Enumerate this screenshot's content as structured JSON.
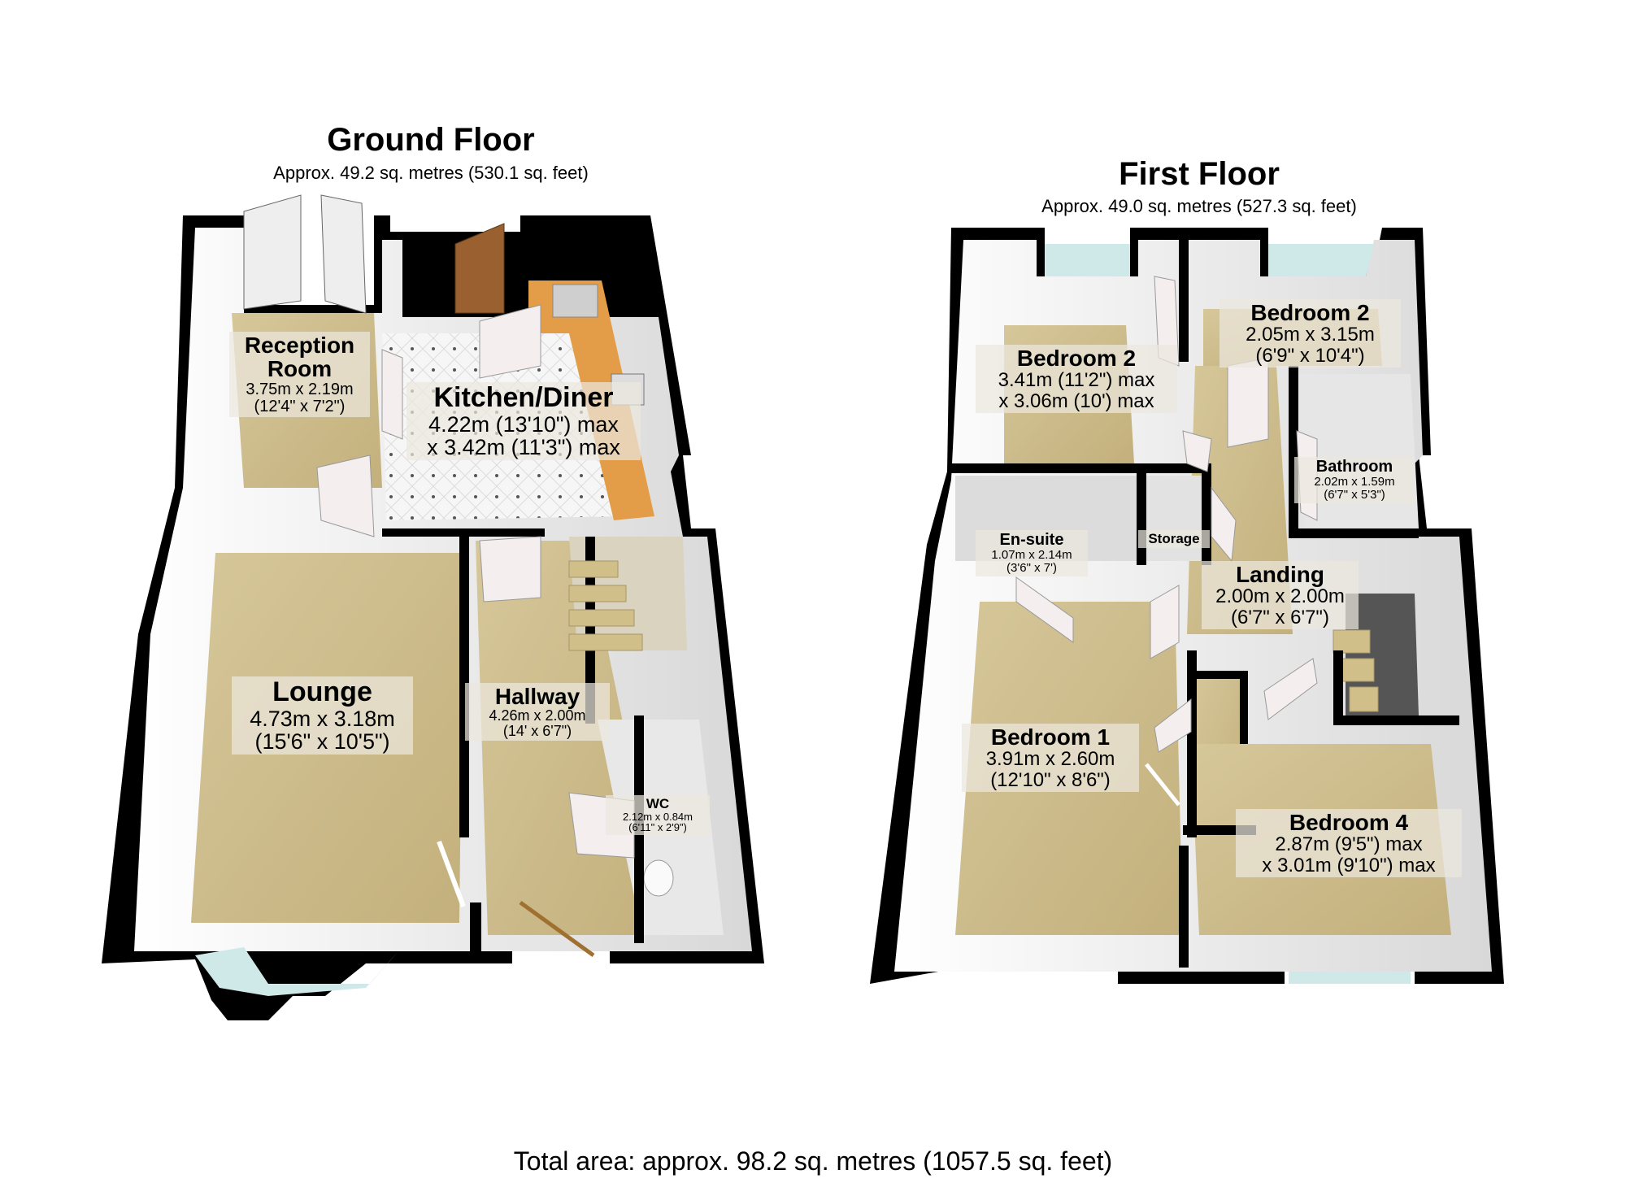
{
  "ground_floor": {
    "title": "Ground Floor",
    "area": "Approx. 49.2 sq. metres (530.1 sq. feet)",
    "rooms": [
      {
        "name": "Reception Room",
        "line1": "Reception",
        "line2": "Room",
        "dims": "3.75m x 2.19m",
        "imperial": "(12'4\" x 7'2\")"
      },
      {
        "name": "Kitchen/Diner",
        "dims": "4.22m (13'10\") max",
        "imperial": "x 3.42m (11'3\") max"
      },
      {
        "name": "Lounge",
        "dims": "4.73m x 3.18m",
        "imperial": "(15'6\" x 10'5\")"
      },
      {
        "name": "Hallway",
        "dims": "4.26m x 2.00m",
        "imperial": "(14' x 6'7\")"
      },
      {
        "name": "WC",
        "dims": "2.12m x 0.84m",
        "imperial": "(6'11\" x 2'9\")"
      }
    ]
  },
  "first_floor": {
    "title": "First Floor",
    "area": "Approx. 49.0 sq. metres (527.3 sq. feet)",
    "rooms": [
      {
        "name": "Bedroom 2",
        "dims": "3.41m (11'2\") max",
        "imperial": "x 3.06m (10') max"
      },
      {
        "name": "Bedroom 2",
        "dims": "2.05m x 3.15m",
        "imperial": "(6'9\" x 10'4\")"
      },
      {
        "name": "Bathroom",
        "dims": "2.02m x 1.59m",
        "imperial": "(6'7\" x 5'3\")"
      },
      {
        "name": "En-suite",
        "dims": "1.07m x 2.14m",
        "imperial": "(3'6\" x 7')"
      },
      {
        "name": "Storage"
      },
      {
        "name": "Landing",
        "dims": "2.00m x 2.00m",
        "imperial": "(6'7\" x 6'7\")"
      },
      {
        "name": "Bedroom 1",
        "dims": "3.91m x 2.60m",
        "imperial": "(12'10\" x 8'6\")"
      },
      {
        "name": "Bedroom 4",
        "dims": "2.87m (9'5\") max",
        "imperial": "x 3.01m (9'10\") max"
      }
    ]
  },
  "total_area": "Total area: approx. 98.2 sq. metres (1057.5 sq. feet)",
  "colors": {
    "wall": "#000000",
    "inner_wall": "#f2f2f2",
    "carpet": "#c9b98a",
    "kitchen_floor": "#f4f4f4",
    "worktop": "#e0a050",
    "door_wood": "#9a6030",
    "window_glass": "#cfe8e8",
    "stair_well": "#505050",
    "tile": "#d8d8d8"
  }
}
